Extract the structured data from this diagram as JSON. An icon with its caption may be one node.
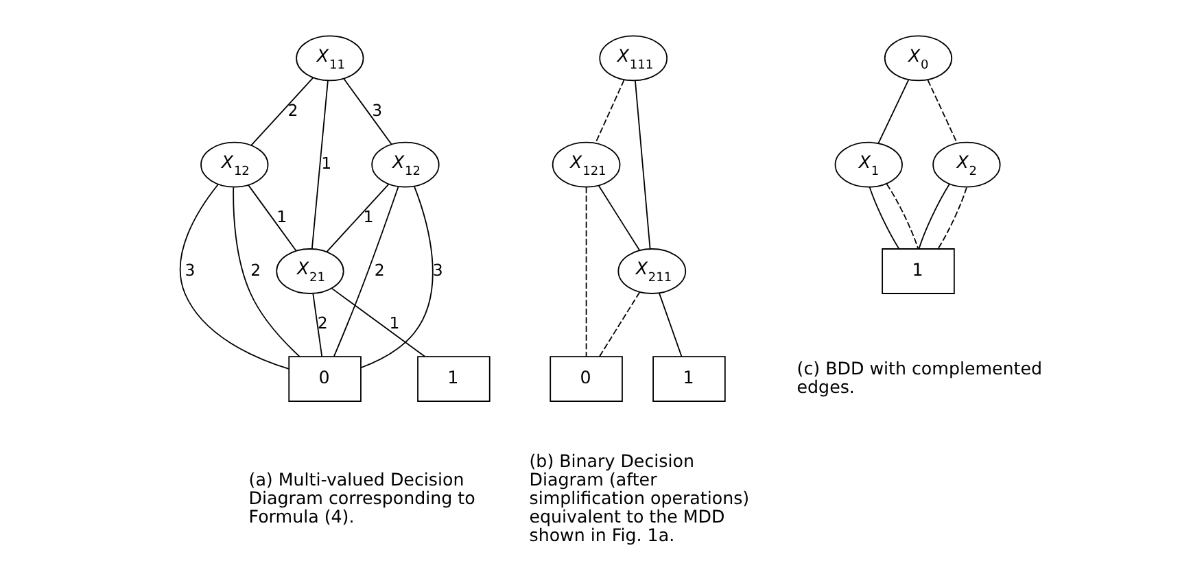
{
  "diagram": {
    "nodes": [
      {
        "text": [
          "*X*$_{11}$"
        ]
      },
      {
        "text": [
          "*X*$_{12}$"
        ]
      },
      {
        "text": [
          "*X*$_{12}$"
        ]
      },
      {
        "text": [
          "*X*$_{21}$"
        ]
      },
      {
        "text": [
          "0"
        ]
      },
      {
        "text": [
          "1"
        ]
      },
      {
        "text": [
          "*X*$_{111}$"
        ]
      },
      {
        "text": [
          "*X*$_{121}$"
        ]
      },
      {
        "text": [
          "*X*$_{211}$"
        ]
      },
      {
        "text": [
          "1"
        ]
      },
      {
        "text": [
          "0"
        ]
      },
      {
        "text": [
          "*X*$_{0}$"
        ]
      },
      {
        "text": [
          "*X*$_{1}$"
        ]
      },
      {
        "text": [
          "*X*$_{2}$"
        ]
      },
      {
        "text": [
          "1"
        ]
      }
    ],
    "edges": [
      {
        "from": 0,
        "to": 1,
        "arrow": "none",
        "label": "3"
      },
      {
        "from": 0,
        "to": 2,
        "arrow": "none",
        "label": "2"
      },
      {
        "from": 0,
        "to": 3,
        "arrow": "none",
        "label": "1"
      },
      {
        "from": 1,
        "to": 4,
        "arrow": "none",
        "label": "3"
      },
      {
        "from": 1,
        "to": 4,
        "arrow": "none",
        "label": "2"
      },
      {
        "from": 1,
        "to": 3,
        "arrow": "none",
        "label": "1"
      },
      {
        "from": 2,
        "to": 4,
        "arrow": "none",
        "label": "3"
      },
      {
        "from": 2,
        "to": 4,
        "arrow": "none",
        "label": "2"
      },
      {
        "from": 2,
        "to": 3,
        "arrow": "none",
        "label": "1"
      },
      {
        "from": 3,
        "to": 4,
        "arrow": "none",
        "label": "2"
      },
      {
        "from": 3,
        "to": 5,
        "arrow": "none",
        "label": "1"
      },
      {
        "from": 6,
        "to": 8,
        "arrow": "none"
      },
      {
        "from": 6,
        "to": 7,
        "arrow": "none",
        "style": "dashed"
      },
      {
        "from": 7,
        "to": 8,
        "arrow": "none"
      },
      {
        "from": 7,
        "to": 10,
        "arrow": "none",
        "style": "dashed"
      },
      {
        "from": 8,
        "to": 9,
        "arrow": "none"
      },
      {
        "from": 8,
        "to": 10,
        "arrow": "none",
        "style": "dashed"
      },
      {
        "from": 11,
        "to": 12,
        "arrow": "none"
      },
      {
        "from": 11,
        "to": 13,
        "arrow": "none",
        "style": "dashed"
      },
      {
        "from": 12,
        "to": 14,
        "arrow": "none"
      },
      {
        "from": 12,
        "to": 14,
        "arrow": "none",
        "style": "dashed"
      },
      {
        "from": 13,
        "to": 14,
        "arrow": "none"
      },
      {
        "from": 13,
        "to": 14,
        "arrow": "none",
        "style": "dashed"
      }
    ],
    "labels": [
      "(a) Multi-valued Decision Diagram corresponding to Formula (4).",
      "(b) Binary Decision Diagram (after simplification operations) equivalent to the MDD shown in Fig. 1a.",
      "(c) BDD with complemented edges."
    ]
  }
}
